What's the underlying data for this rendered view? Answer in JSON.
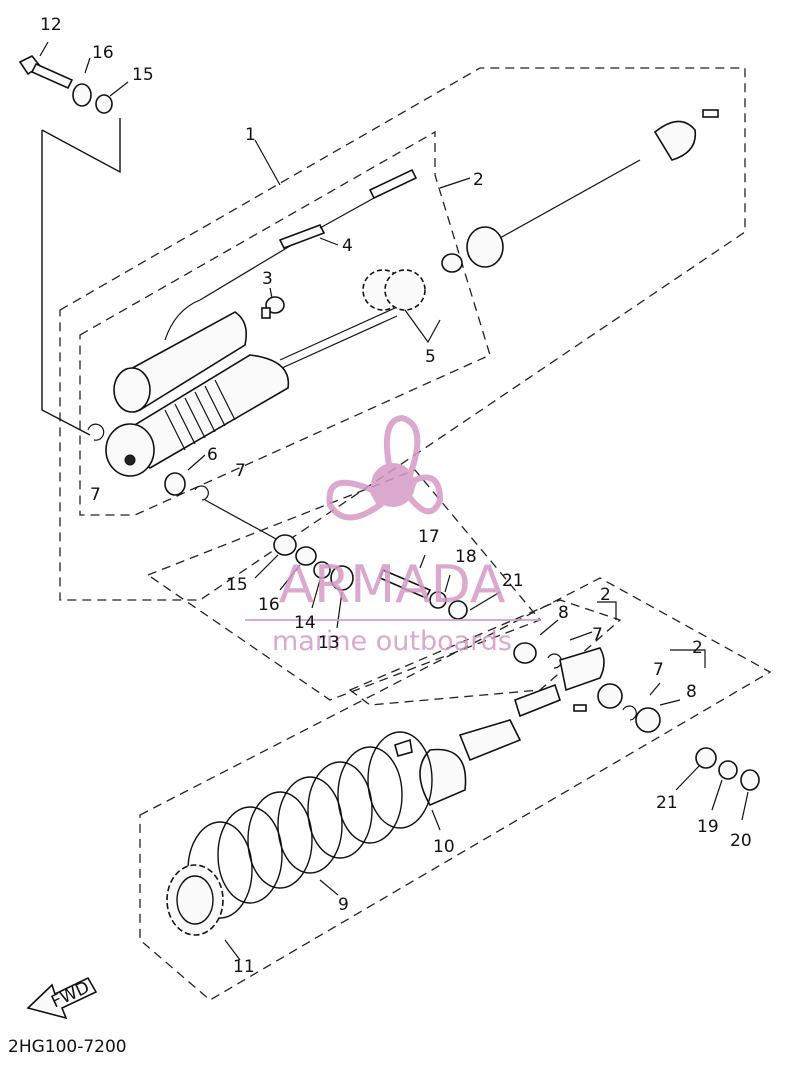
{
  "diagram": {
    "part_labels": {
      "p1": "1",
      "p2_top": "2",
      "p2_mid": "2",
      "p2_low": "2",
      "p3": "3",
      "p4": "4",
      "p5": "5",
      "p6": "6",
      "p7_a": "7",
      "p7_b": "7",
      "p7_c": "7",
      "p7_d": "7",
      "p8_a": "8",
      "p8_b": "8",
      "p9": "9",
      "p10": "10",
      "p11": "11",
      "p12": "12",
      "p13": "13",
      "p14": "14",
      "p15_a": "15",
      "p15_b": "15",
      "p16_a": "16",
      "p16_b": "16",
      "p17": "17",
      "p18": "18",
      "p19": "19",
      "p20": "20",
      "p21_a": "21",
      "p21_b": "21"
    },
    "fwd_arrow_label": "FWD",
    "drawing_code": "2HG100-7200"
  },
  "watermark": {
    "brand": "ARMADA",
    "tagline": "marine outboards",
    "color": "#d59ac6"
  }
}
